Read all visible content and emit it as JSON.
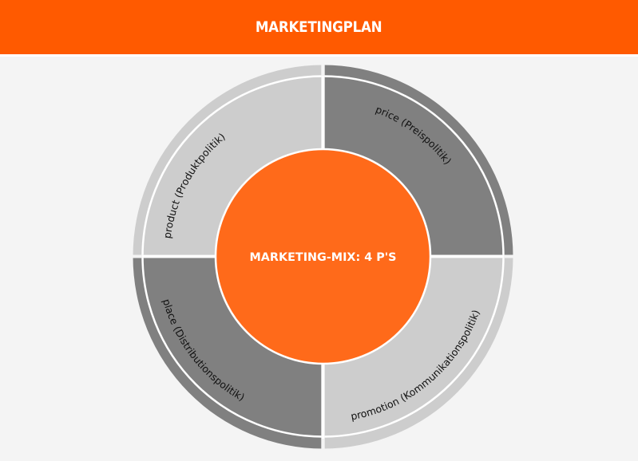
{
  "header": {
    "title": "MARKETINGPLAN"
  },
  "colors": {
    "header_bg": "#ff5a00",
    "background": "#f4f4f4",
    "center_circle": "#ff6a1a",
    "dark_gray": "#808080",
    "light_gray": "#cdcdcd",
    "separator": "#ffffff"
  },
  "diagram": {
    "center": {
      "label": "MARKETING-MIX: 4 P'S"
    },
    "segments": [
      {
        "id": "product",
        "label": "product",
        "sublabel": "(Produktpolitik)",
        "text": "product  (Produktpolitik)",
        "position": "top-left",
        "color": "light_gray"
      },
      {
        "id": "price",
        "label": "price",
        "sublabel": "(Preispolitik)",
        "text": "price  (Preispolitik)",
        "position": "top-right",
        "color": "dark_gray"
      },
      {
        "id": "place",
        "label": "place",
        "sublabel": "(Distributionspolitik)",
        "text": "place  (Distributionspolitik)",
        "position": "bottom-left",
        "color": "dark_gray"
      },
      {
        "id": "promotion",
        "label": "promotion",
        "sublabel": "(Kommunikationspolitik)",
        "text": "promotion  (Kommunikationspolitik)",
        "position": "bottom-right",
        "color": "light_gray"
      }
    ]
  }
}
